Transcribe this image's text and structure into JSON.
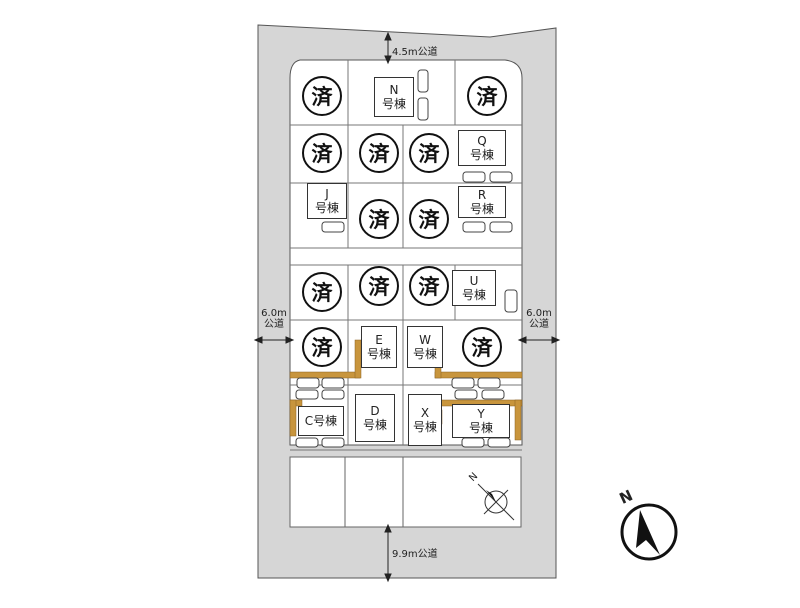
{
  "roads": {
    "north": "4.5m公道",
    "south": "9.9m公道",
    "west": [
      "6.0m",
      "公道"
    ],
    "east": [
      "6.0m",
      "公道"
    ]
  },
  "sold_mark": "済",
  "building_suffix": "号棟",
  "buildings": [
    {
      "id": "N",
      "label_top": "N",
      "label_bottom": "号棟"
    },
    {
      "id": "Q",
      "label_top": "Q",
      "label_bottom": "号棟"
    },
    {
      "id": "J",
      "label_top": "J",
      "label_bottom": "号棟"
    },
    {
      "id": "R",
      "label_top": "R",
      "label_bottom": "号棟"
    },
    {
      "id": "U",
      "label_top": "U",
      "label_bottom": "号棟"
    },
    {
      "id": "E",
      "label_top": "E",
      "label_bottom": "号棟"
    },
    {
      "id": "W",
      "label_top": "W",
      "label_bottom": "号棟"
    },
    {
      "id": "C",
      "label_top": "C号棟",
      "label_bottom": ""
    },
    {
      "id": "D",
      "label_top": "D",
      "label_bottom": "号棟"
    },
    {
      "id": "X",
      "label_top": "X",
      "label_bottom": "号棟"
    },
    {
      "id": "Y",
      "label_top": "Y",
      "label_bottom": "号棟"
    }
  ],
  "compass": {
    "label": "N"
  },
  "colors": {
    "road": "#d6d6d6",
    "lot": "#ffffff",
    "lot_border": "#666666",
    "driveway": "#c8953d",
    "sold_ring": "#111111"
  }
}
